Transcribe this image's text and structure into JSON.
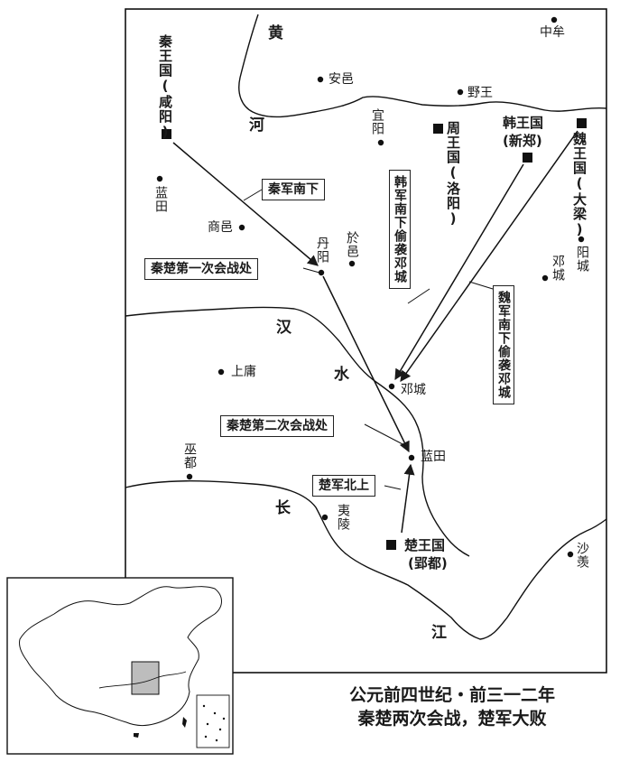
{
  "title": {
    "line1": "公元前四世纪・前三一二年",
    "line2": "秦楚两次会战，楚军大败"
  },
  "rivers": {
    "huang": "黄",
    "he": "河",
    "han": "汉",
    "shui": "水",
    "chang": "长",
    "jiang": "江"
  },
  "capitals": {
    "qin": "秦王国(咸阳)",
    "zhou": "周王国(洛阳)",
    "han_line1": "韩王国",
    "han_line2": "(新郑)",
    "wei": "魏王国(大梁)",
    "chu_line1": "楚王国",
    "chu_line2": "(郢都)"
  },
  "places": {
    "zhongmou": "中牟",
    "anyi": "安邑",
    "yewang": "野王",
    "yiyang": "宜阳",
    "lantian_qin": "蓝田",
    "shangyi": "商邑",
    "danyang": "丹阳",
    "yuyi": "於邑",
    "yangcheng": "阳城",
    "dengcheng_wei": "邓城",
    "shangyong": "上庸",
    "dengcheng": "邓城",
    "lantian_chu": "蓝田",
    "wudu": "巫都",
    "yiling": "夷陵",
    "shaxian": "沙羡"
  },
  "annotations": {
    "qin_south": "秦军南下",
    "battle1": "秦楚第一次会战处",
    "han_raid": "韩军南下偷袭邓城",
    "wei_raid": "魏军南下偷袭邓城",
    "battle2": "秦楚第二次会战处",
    "chu_north": "楚军北上"
  }
}
